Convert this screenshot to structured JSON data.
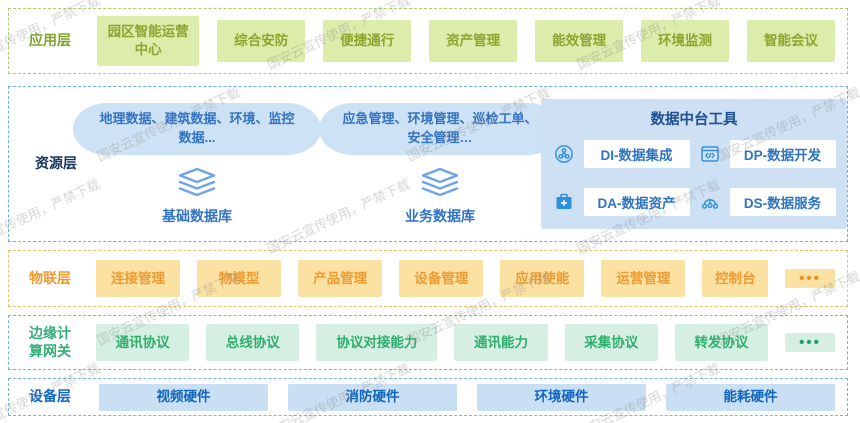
{
  "watermark": {
    "text": "国安云宣传使用，严禁下载"
  },
  "layers": {
    "application": {
      "label": "应用层",
      "items": [
        "园区智能运营中心",
        "综合安防",
        "便捷通行",
        "资产管理",
        "能效管理",
        "环境监测",
        "智能会议"
      ]
    },
    "resource": {
      "label": "资源层",
      "clouds": [
        {
          "text": "地理数据、建筑数据、环境、监控数据...",
          "db": "基础数据库"
        },
        {
          "text": "应急管理、环境管理、巡检工单、安全管理…",
          "db": "业务数据库"
        }
      ],
      "panel": {
        "title": "数据中台工具",
        "tools": [
          {
            "icon": "integration-icon",
            "label": "DI-数据集成"
          },
          {
            "icon": "code-window-icon",
            "label": "DP-数据开发"
          },
          {
            "icon": "toolbox-icon",
            "label": "DA-数据资产"
          },
          {
            "icon": "share-nodes-icon",
            "label": "DS-数据服务"
          }
        ]
      }
    },
    "iot": {
      "label": "物联层",
      "items": [
        "连接管理",
        "物模型",
        "产品管理",
        "设备管理",
        "应用使能",
        "运营管理",
        "控制台"
      ],
      "more": "•••"
    },
    "edge": {
      "label_lines": [
        "边缘计",
        "算网关"
      ],
      "items": [
        "通讯协议",
        "总线协议",
        "协议对接能力",
        "通讯能力",
        "采集协议",
        "转发协议"
      ],
      "more": "•••"
    },
    "device": {
      "label": "设备层",
      "items": [
        "视频硬件",
        "消防硬件",
        "环境硬件",
        "能耗硬件"
      ]
    }
  },
  "colors": {
    "app_border": "#abce6c",
    "app_box": "#dcecab",
    "app_text": "#8aa62f",
    "res_border": "#6cadea",
    "cloud_bg": "#cde2f4",
    "cloud_text": "#3273c4",
    "panel_bg": "#cde0f4",
    "panel_title": "#1d4f91",
    "tool_icon": "#2e8fdb",
    "iot_border": "#f2c06a",
    "iot_box": "#fbe2a2",
    "iot_text": "#ee9b33",
    "edge_border": "#6fbfb4",
    "edge_box": "#d5efe3",
    "edge_text": "#2fae6e",
    "dev_border": "#79b3ea",
    "dev_box": "#c9dff3",
    "dev_text": "#1166be"
  }
}
